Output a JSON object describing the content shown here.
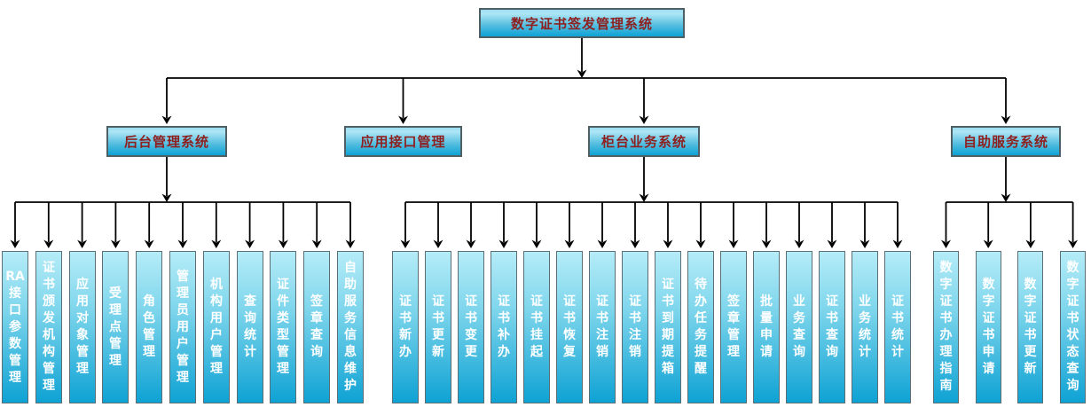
{
  "diagram": {
    "root": {
      "label": "数字证书签发管理系统"
    },
    "systems": [
      {
        "label": "后台管理系统",
        "children": [
          "RA接口参数管理",
          "证书颁发机构管理",
          "应用对象管理",
          "受理点管理",
          "角色管理",
          "管理员用户管理",
          "机构用户管理",
          "查询统计",
          "证件类型管理",
          "签章查询",
          "自助服务信息维护"
        ]
      },
      {
        "label": "应用接口管理",
        "children": []
      },
      {
        "label": "柜台业务系统",
        "children": [
          "证书新办",
          "证书更新",
          "证书变更",
          "证书补办",
          "证书挂起",
          "证书恢复",
          "证书注销",
          "证书注销",
          "证书到期提箱",
          "待办任务提醒",
          "签章管理",
          "批量申请",
          "业务查询",
          "证书查询",
          "业务统计",
          "证书统计"
        ]
      },
      {
        "label": "自助服务系统",
        "children": [
          "数字证书办理指南",
          "数字证书申请",
          "数字证书更新",
          "数字证书状态查询"
        ]
      }
    ],
    "colors": {
      "box_gradient_top": "#b5ecf8",
      "box_gradient_bottom": "#0da2d6",
      "box_border": "#4e5f66",
      "title_text": "#8e1f1f",
      "module_text": "#ffffff",
      "connector": "#000000",
      "background": "#ffffff"
    }
  }
}
